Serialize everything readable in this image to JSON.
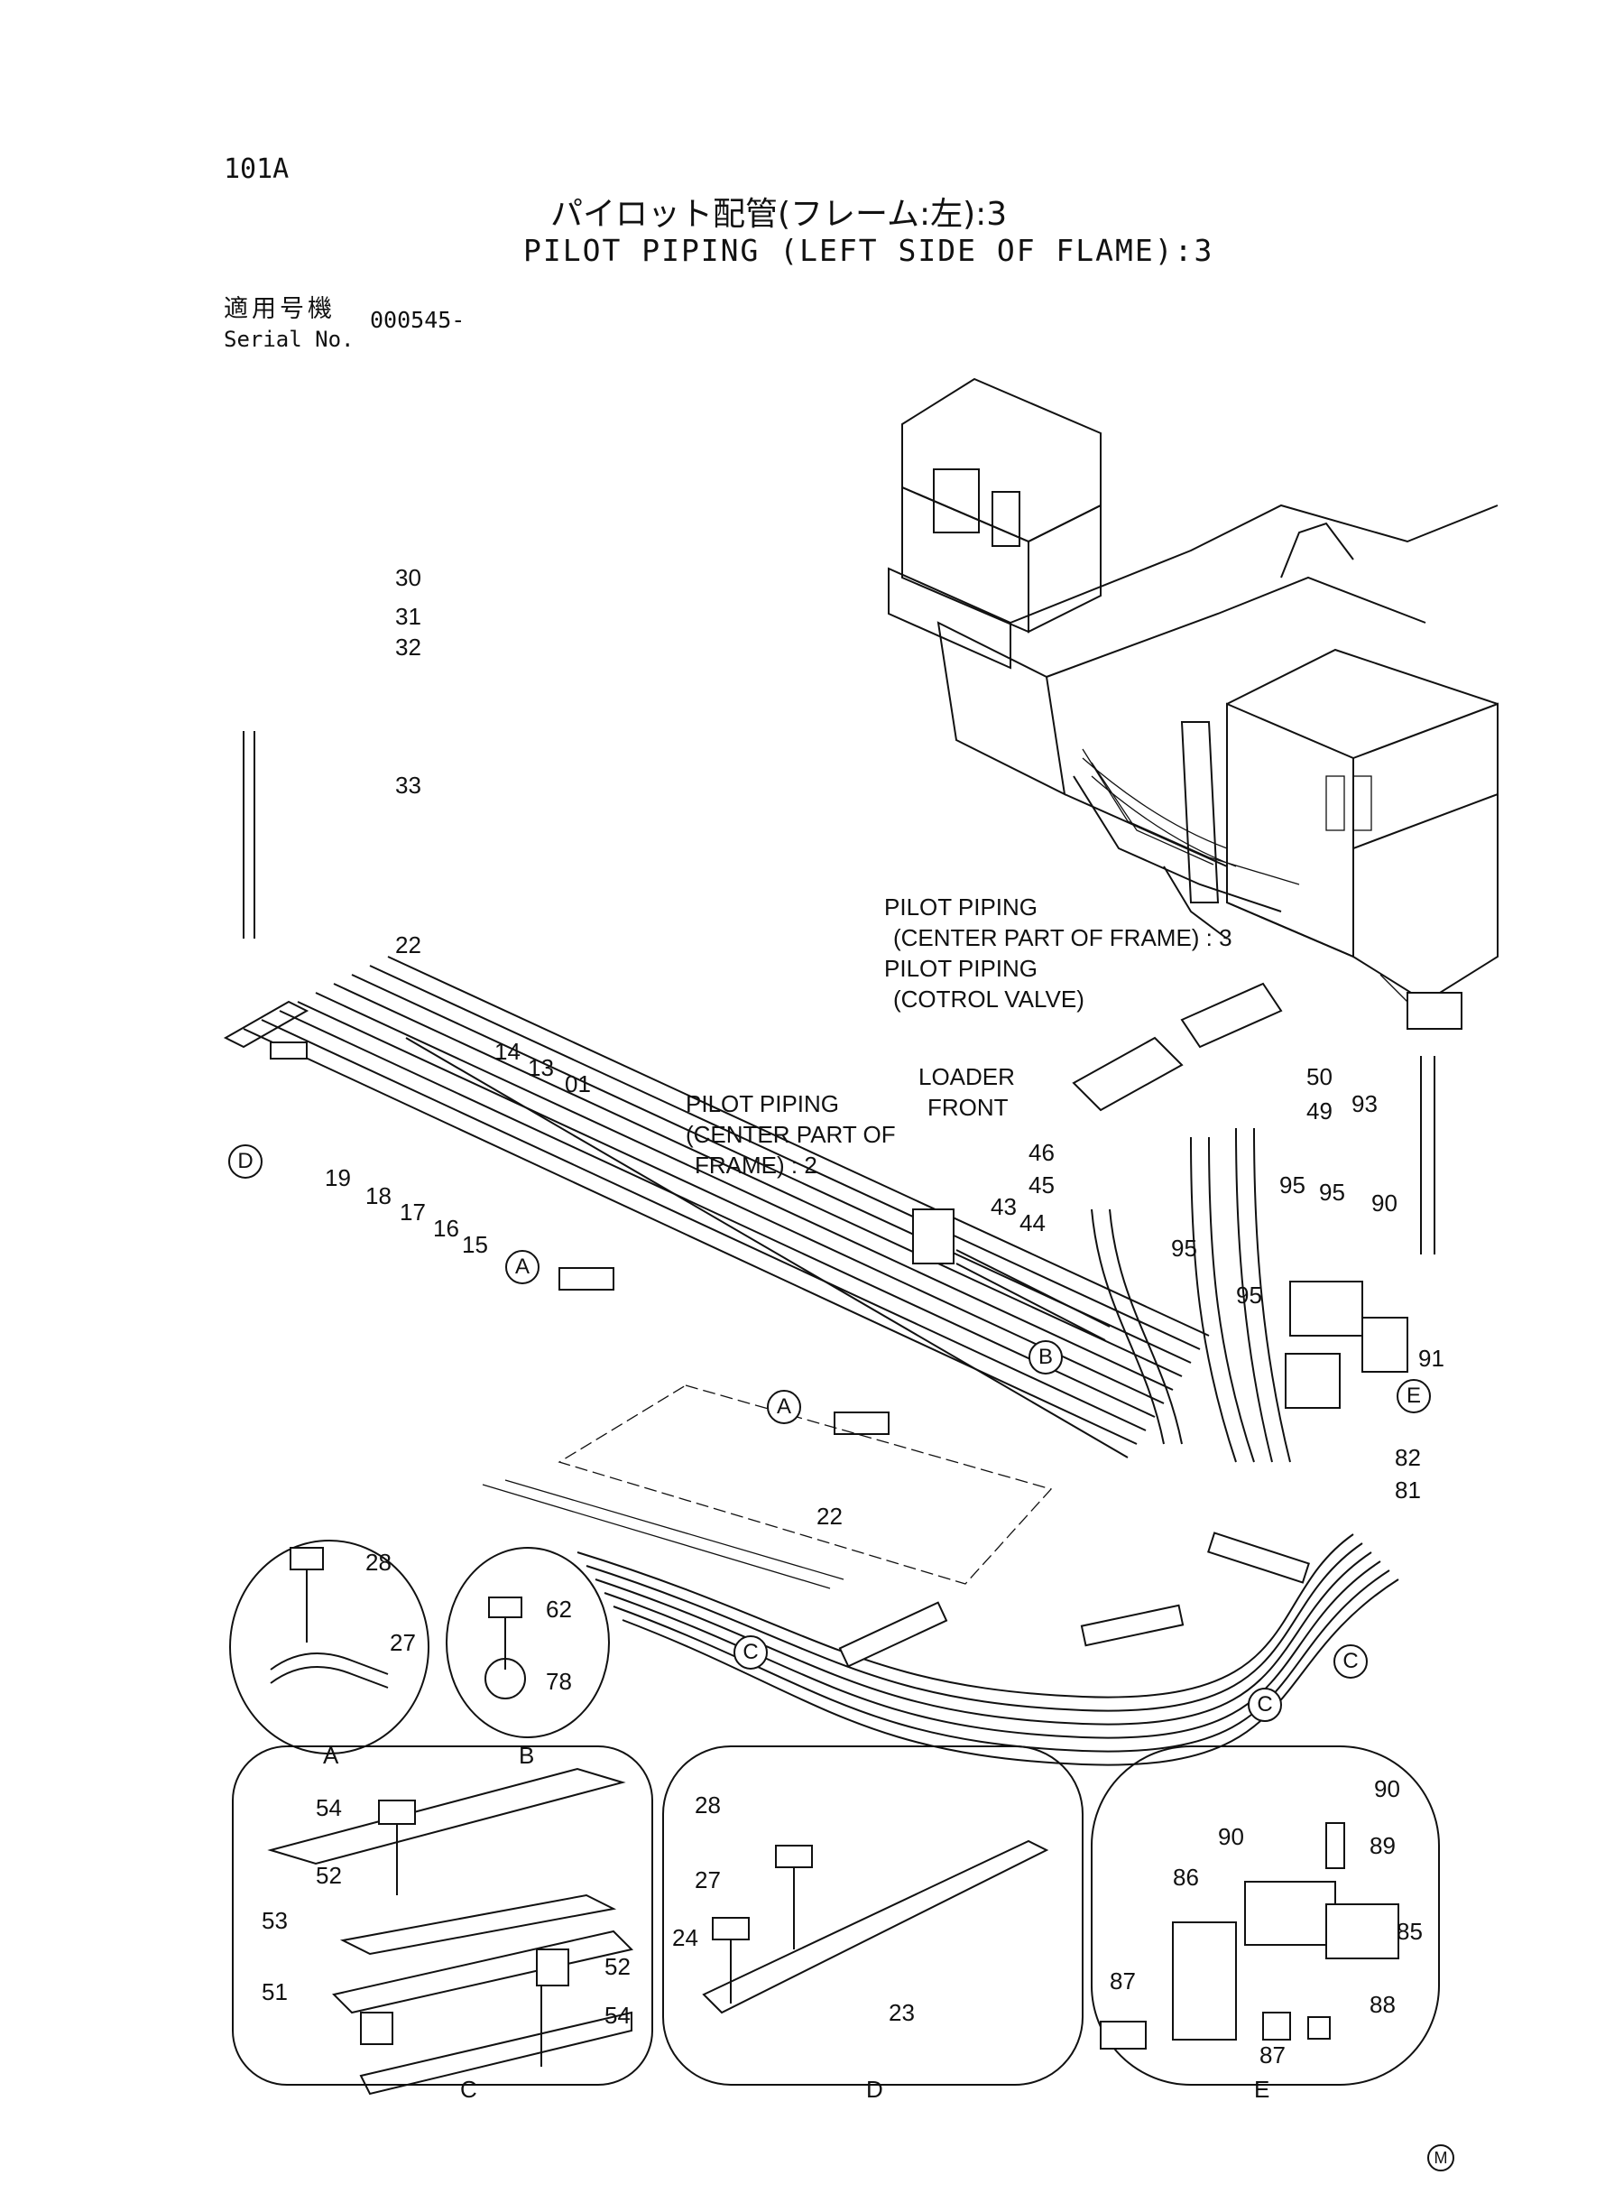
{
  "header": {
    "page_code": "101A",
    "title_jp": "パイロット配管(フレーム:左):3",
    "title_en": "PILOT PIPING (LEFT SIDE OF FLAME):3",
    "serial_label_jp": "適用号機",
    "serial_label_en": "Serial No.",
    "serial_value": "000545-"
  },
  "notes": {
    "center_part_3_line1": "PILOT PIPING",
    "center_part_3_line2": "(CENTER PART OF FRAME) : 3",
    "control_valve_line1": "PILOT PIPING",
    "control_valve_line2": "(COTROL VALVE)",
    "loader_front_line1": "LOADER",
    "loader_front_line2": "FRONT",
    "center_part_2_line1": "PILOT PIPING",
    "center_part_2_line2": "(CENTER PART OF",
    "center_part_2_line3": "FRAME) : 2"
  },
  "part_numbers": {
    "p30": "30",
    "p31": "31",
    "p32": "32",
    "p33": "33",
    "p22a": "22",
    "p14": "14",
    "p13": "13",
    "p01": "01",
    "p19": "19",
    "p18": "18",
    "p17": "17",
    "p16": "16",
    "p15": "15",
    "p46": "46",
    "p45": "45",
    "p44": "44",
    "p43": "43",
    "p50": "50",
    "p49": "49",
    "p93": "93",
    "p95a": "95",
    "p95b": "95",
    "p95c": "95",
    "p95d": "95",
    "p90": "90",
    "p91": "91",
    "p82": "82",
    "p81": "81",
    "p22b": "22",
    "detA_28": "28",
    "detA_27": "27",
    "detB_62": "62",
    "detB_78": "78",
    "detC_54a": "54",
    "detC_52a": "52",
    "detC_53": "53",
    "detC_51": "51",
    "detC_52b": "52",
    "detC_54b": "54",
    "detD_28": "28",
    "detD_27": "27",
    "detD_24": "24",
    "detD_23": "23",
    "detE_90a": "90",
    "detE_90b": "90",
    "detE_89": "89",
    "detE_86": "86",
    "detE_85": "85",
    "detE_87a": "87",
    "detE_87b": "87",
    "detE_88": "88"
  },
  "callouts": {
    "D": "D",
    "A1": "A",
    "A2": "A",
    "B": "B",
    "E": "E",
    "C1": "C",
    "C2": "C",
    "C3": "C"
  },
  "detail_labels": {
    "A": "A",
    "B": "B",
    "C": "C",
    "D": "D",
    "E": "E"
  },
  "footer": {
    "mark": "M"
  }
}
